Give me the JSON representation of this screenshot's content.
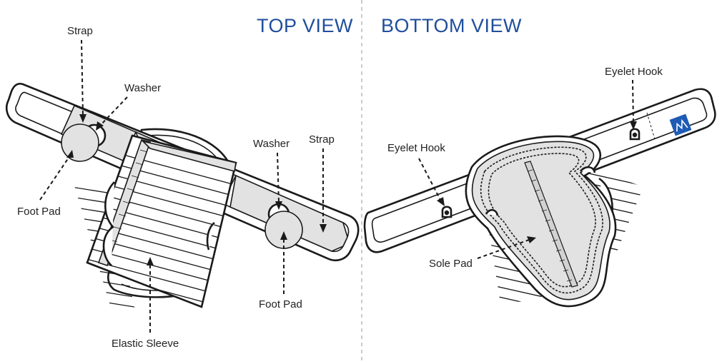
{
  "headings": {
    "top_view": "TOP VIEW",
    "bottom_view": "BOTTOM VIEW"
  },
  "labels": {
    "strap_left": "Strap",
    "washer_left": "Washer",
    "foot_pad_left": "Foot Pad",
    "washer_right": "Washer",
    "strap_right": "Strap",
    "foot_pad_right": "Foot Pad",
    "elastic_sleeve": "Elastic Sleeve",
    "eyelet_hook_top": "Eyelet Hook",
    "eyelet_hook_left": "Eyelet Hook",
    "sole_pad": "Sole Pad"
  },
  "colors": {
    "heading": "#1f4e9c",
    "brand_logo": "#1f5bb5",
    "line": "#1a1a1a",
    "fill_gray": "#e2e2e2",
    "divider": "#b5b5b5"
  },
  "icons": [
    "brand-logo-icon",
    "eyelet-hook-icon"
  ]
}
